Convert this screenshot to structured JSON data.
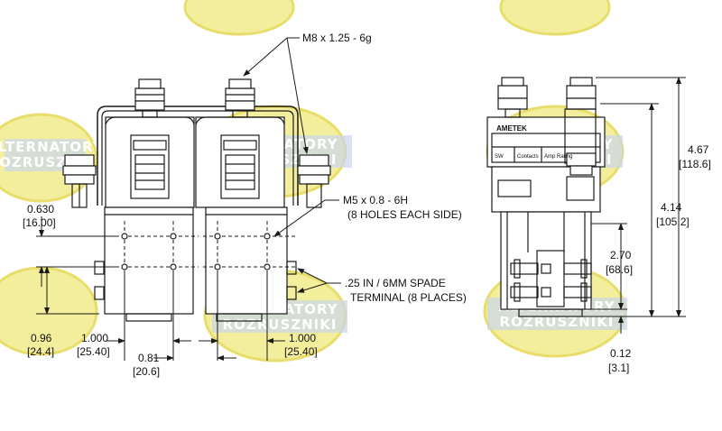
{
  "callouts": {
    "thread_top": "M8 x 1.25 - 6g",
    "thread_side_1": "M5 x 0.8 - 6H",
    "thread_side_2": "(8 HOLES EACH SIDE)",
    "spade_1": ".25 IN / 6MM SPADE",
    "spade_2": "TERMINAL (8 PLACES)"
  },
  "dims": {
    "d_0630": "0.630",
    "d_1600": "[16.00]",
    "d_096": "0.96",
    "d_244": "[24.4]",
    "d_1000a": "1.000",
    "d_2540a": "[25.40]",
    "d_081": "0.81",
    "d_206": "[20.6]",
    "d_1000b": "1.000",
    "d_2540b": "[25.40]",
    "d_467": "4.67",
    "d_1186": "[118.6]",
    "d_414": "4.14",
    "d_1052": "[105.2]",
    "d_270": "2.70",
    "d_686": "[68.6]",
    "d_012": "0.12",
    "d_31": "[3.1]"
  },
  "label": {
    "brand": "AMETEK",
    "cells": [
      "SW",
      "Contacts",
      "Amp Rating"
    ]
  },
  "watermark": {
    "line1": "ALTERNATORY",
    "line2": "ROZRUSZNIKI"
  },
  "colors": {
    "line": "#1a1a1a",
    "watermark_fill": "#f3ee9c",
    "watermark_ring": "#e8dd6a",
    "watermark_text_bg": "#c9d6ee"
  }
}
